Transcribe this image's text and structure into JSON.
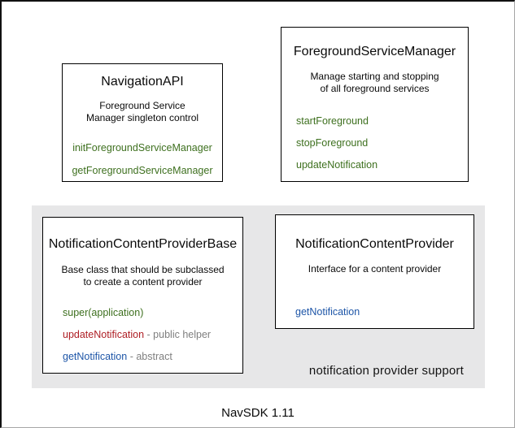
{
  "caption": "NavSDK 1.11",
  "panel": {
    "label": "notification provider support"
  },
  "colors": {
    "method_green": "#3e701f",
    "method_red": "#ae1e24",
    "method_blue": "#1d55a7",
    "annotation_gray": "#7f7f7f",
    "panel_background": "#e7e7e8",
    "box_border": "#000000"
  },
  "boxes": [
    {
      "title": "NavigationAPI",
      "description": [
        "Foreground Service",
        "Manager singleton control"
      ],
      "methods": [
        {
          "name": "initForegroundServiceManager"
        },
        {
          "name": "getForegroundServiceManager"
        }
      ]
    },
    {
      "title": "ForegroundServiceManager",
      "description": [
        "Manage starting and stopping",
        "of all foreground services"
      ],
      "methods": [
        {
          "name": "startForeground"
        },
        {
          "name": "stopForeground"
        },
        {
          "name": "updateNotification"
        }
      ]
    },
    {
      "title": "NotificationContentProviderBase",
      "description": [
        "Base class that should be subclassed",
        "to create a content provider"
      ],
      "methods": [
        {
          "name": "super(application)"
        },
        {
          "name": "updateNotification",
          "suffix": " - public helper"
        },
        {
          "name": "getNotification",
          "suffix": " - abstract"
        }
      ]
    },
    {
      "title": "NotificationContentProvider",
      "description": [
        "Interface for a content provider"
      ],
      "methods": [
        {
          "name": "getNotification"
        }
      ]
    }
  ]
}
